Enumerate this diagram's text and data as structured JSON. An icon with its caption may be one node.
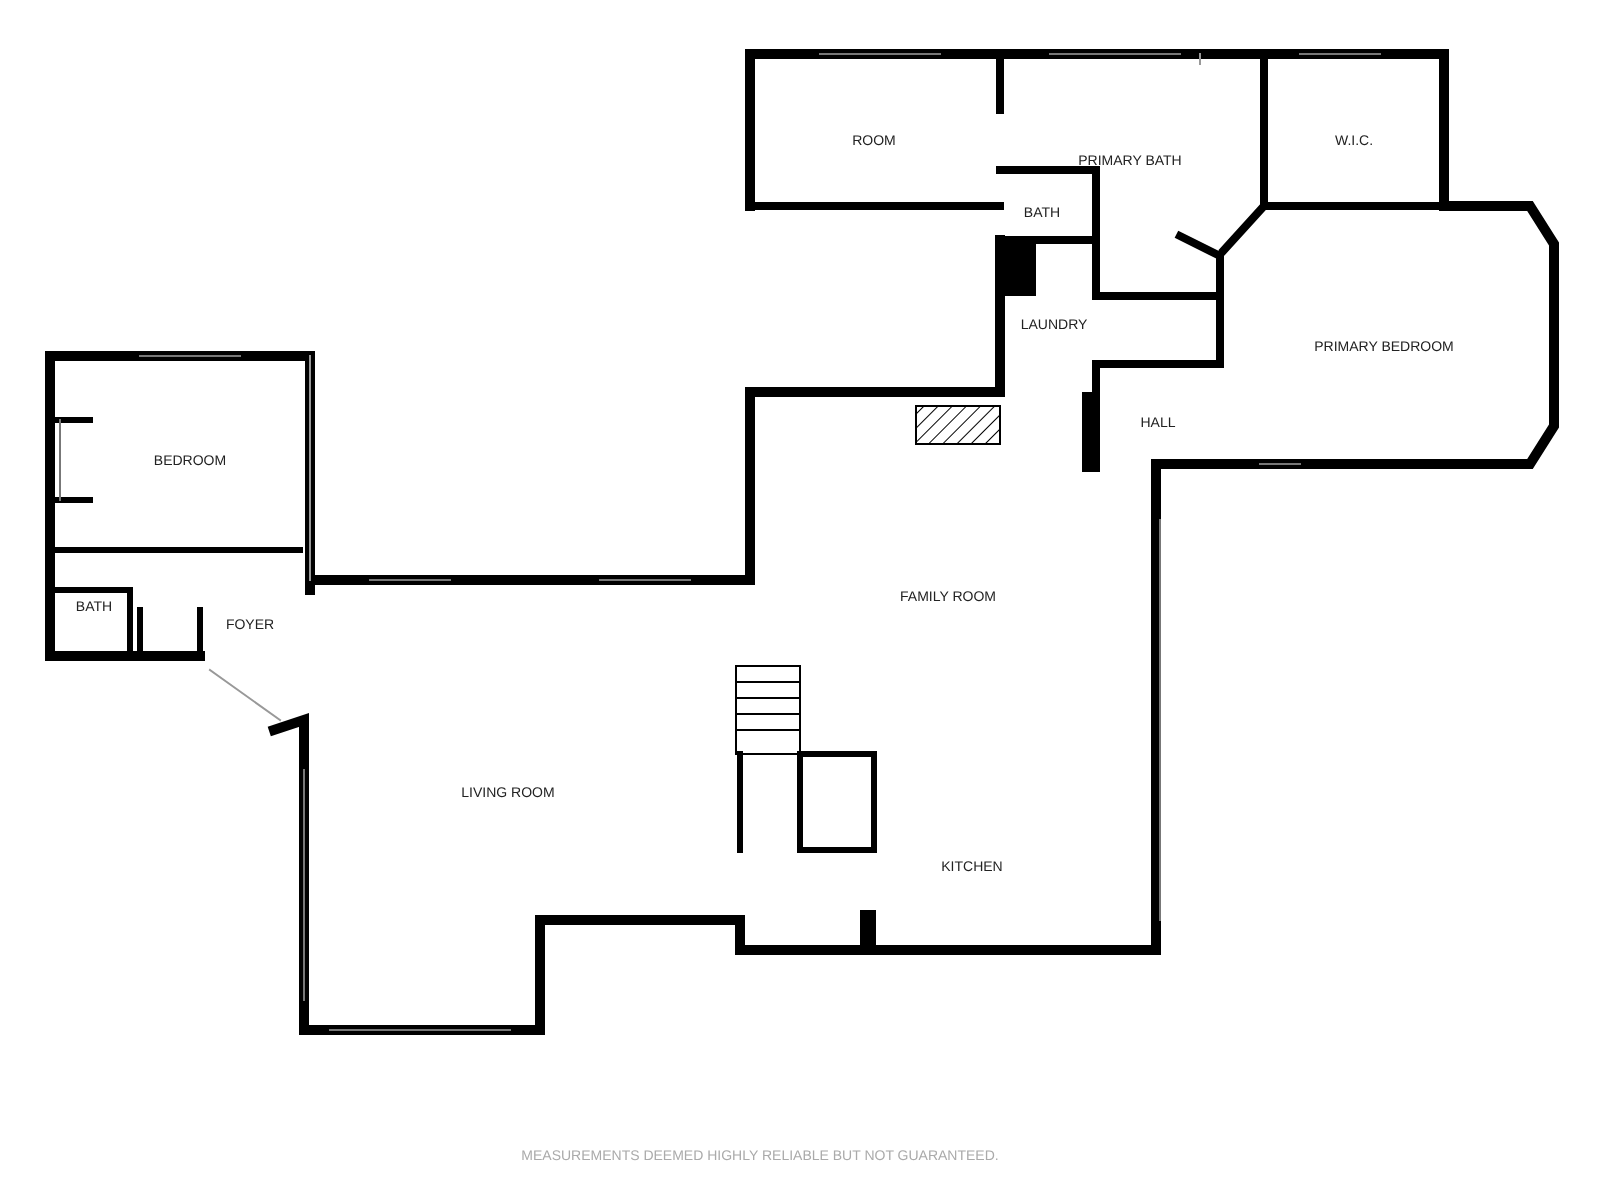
{
  "diagram": {
    "nodes": [
      {
        "text": [
          "ROOM"
        ]
      },
      {
        "text": [
          "PRIMARY BATH"
        ]
      },
      {
        "text": [
          "W.I.C."
        ]
      },
      {
        "text": [
          "BATH"
        ]
      },
      {
        "text": [
          "LAUNDRY"
        ]
      },
      {
        "text": [
          "PRIMARY BEDROOM"
        ]
      },
      {
        "text": [
          "HALL"
        ]
      },
      {
        "text": [
          "BEDROOM"
        ]
      },
      {
        "text": [
          "FAMILY ROOM"
        ]
      },
      {
        "text": [
          "BATH"
        ]
      },
      {
        "text": [
          "FOYER"
        ]
      },
      {
        "text": [
          "LIVING ROOM"
        ]
      },
      {
        "text": [
          "KITCHEN"
        ]
      }
    ],
    "labels": [
      "MEASUREMENTS DEEMED HIGHLY RELIABLE BUT NOT GUARANTEED."
    ]
  }
}
